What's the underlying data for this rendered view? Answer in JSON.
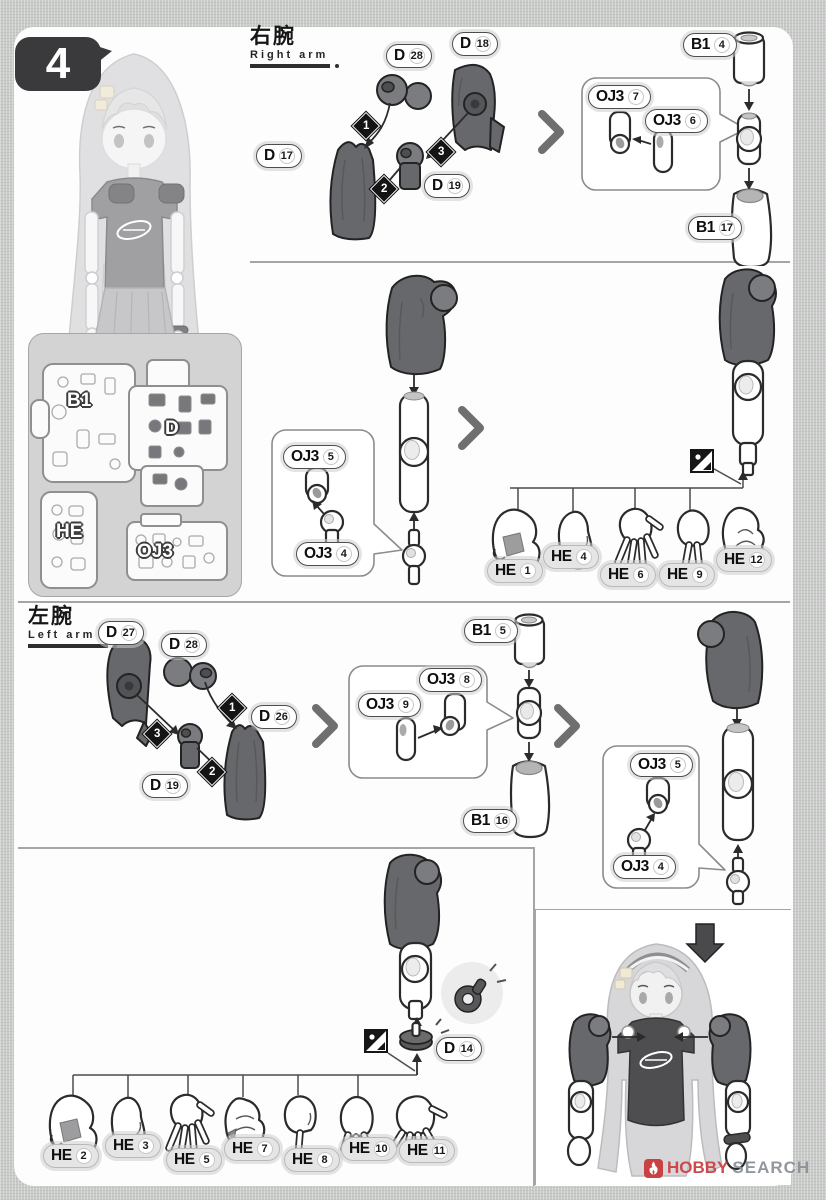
{
  "page": {
    "step_number": "4",
    "watermark": {
      "icon": "flame-icon",
      "brand": "HOBBY",
      "suffix": "SEARCH"
    }
  },
  "runner_box": {
    "runners": [
      "B1",
      "D",
      "HE",
      "OJ3"
    ]
  },
  "sections": {
    "right_arm": {
      "title_jp": "右腕",
      "title_en": "Right arm"
    },
    "left_arm": {
      "title_jp": "左腕",
      "title_en": "Left arm"
    }
  },
  "step_markers": [
    "1",
    "2",
    "3"
  ],
  "labels": {
    "ra1": [
      {
        "code": "D",
        "num": "28"
      },
      {
        "code": "D",
        "num": "18"
      },
      {
        "code": "D",
        "num": "17"
      },
      {
        "code": "D",
        "num": "19"
      }
    ],
    "ra2": [
      {
        "code": "B1",
        "num": "4"
      },
      {
        "code": "OJ3",
        "num": "7"
      },
      {
        "code": "OJ3",
        "num": "6"
      },
      {
        "code": "B1",
        "num": "17"
      }
    ],
    "ra3": [
      {
        "code": "OJ3",
        "num": "5"
      },
      {
        "code": "OJ3",
        "num": "4"
      }
    ],
    "ra3_hands": [
      {
        "code": "HE",
        "num": "1"
      },
      {
        "code": "HE",
        "num": "4"
      },
      {
        "code": "HE",
        "num": "6"
      },
      {
        "code": "HE",
        "num": "9"
      },
      {
        "code": "HE",
        "num": "12"
      }
    ],
    "la1": [
      {
        "code": "D",
        "num": "27"
      },
      {
        "code": "D",
        "num": "28"
      },
      {
        "code": "D",
        "num": "26"
      },
      {
        "code": "D",
        "num": "19"
      }
    ],
    "la2": [
      {
        "code": "B1",
        "num": "5"
      },
      {
        "code": "OJ3",
        "num": "8"
      },
      {
        "code": "OJ3",
        "num": "9"
      },
      {
        "code": "B1",
        "num": "16"
      }
    ],
    "la3": [
      {
        "code": "OJ3",
        "num": "5"
      },
      {
        "code": "OJ3",
        "num": "4"
      }
    ],
    "bottom": [
      {
        "code": "D",
        "num": "14"
      }
    ],
    "bottom_hands": [
      {
        "code": "HE",
        "num": "2"
      },
      {
        "code": "HE",
        "num": "3"
      },
      {
        "code": "HE",
        "num": "5"
      },
      {
        "code": "HE",
        "num": "7"
      },
      {
        "code": "HE",
        "num": "8"
      },
      {
        "code": "HE",
        "num": "10"
      },
      {
        "code": "HE",
        "num": "11"
      }
    ]
  },
  "colors": {
    "part_dark": "#67686b",
    "frame_gray": "#c9cbc9",
    "brand_red": "#cc4143",
    "brand_gray": "#8d9297"
  }
}
